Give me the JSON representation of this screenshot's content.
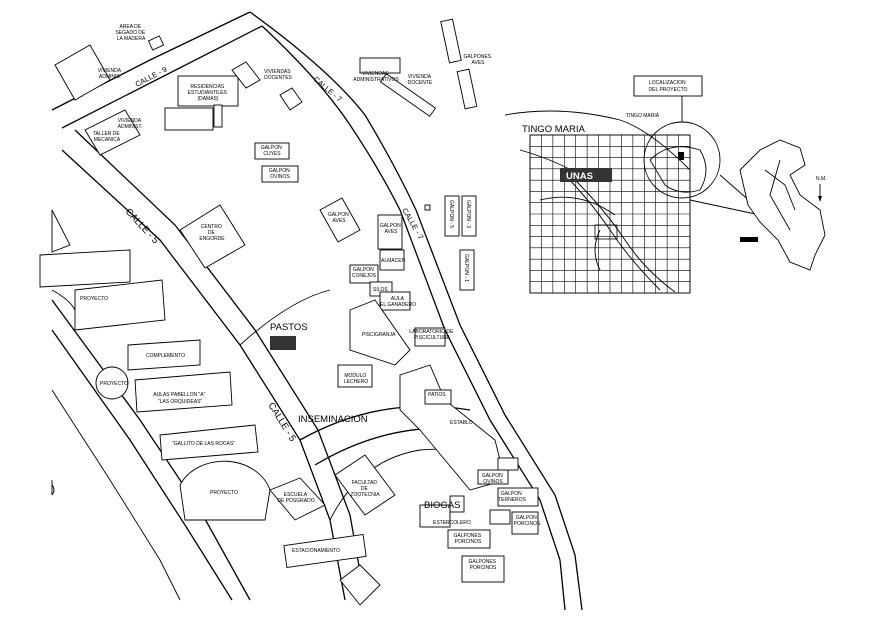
{
  "colors": {
    "ink": "#000000",
    "paper": "#ffffff",
    "hatch": "#333333"
  },
  "map": {
    "streets": {
      "calle_9": "CALLE - 9",
      "calle_7_top": "CALLE - 7",
      "calle_7_side": "CALLE - 7",
      "calle_5_upper": "CALLE - 5",
      "calle_5_lower": "CALLE - 5"
    },
    "labels": {
      "area_segado": [
        "AREA DE",
        "SEGADO DE",
        "LA MADERA"
      ],
      "vivienda_adminis": [
        "VIVIENDA",
        "ADMINIS."
      ],
      "vivienda_adminis_2": [
        "VIVIENDA",
        "ADMINIST."
      ],
      "taller": [
        "TALLER DE",
        "MECANICA"
      ],
      "residencias": [
        "RESIDENCIAS",
        "ESTUDIANTILES",
        "(DAMAS)"
      ],
      "viviendas_docentes": [
        "VIVIENDAS",
        "DOCENTES"
      ],
      "viviendas_admin": [
        "VIVIENDAS",
        "ADMINISTRATIVOS"
      ],
      "vivienda_docente": [
        "VIVIENDA",
        "DOCENTE"
      ],
      "galpones_aves": [
        "GALPONES",
        "AVES"
      ],
      "galpon_cuyes": [
        "GALPON",
        "CUYES"
      ],
      "galpon_ovinos": [
        "GALPON",
        "OVINOS"
      ],
      "centro_engorde": [
        "CENTRO",
        "DE",
        "ENGORDE"
      ],
      "galpon_aves": [
        "GALPON",
        "AVES"
      ],
      "galpon_aves_2": [
        "GALPON",
        "AVES"
      ],
      "galpon_5": "GALPON - 5",
      "galpon_3": "GALPON - 3",
      "galpon_1": "GALPON - 1",
      "almacen": "ALMACEN",
      "galpon_conejos": [
        "GALPON",
        "CONEJOS"
      ],
      "silos": "SILOS",
      "aula_ganadero": [
        "AULA",
        "EL GANADERO"
      ],
      "proyecto_1": "PROYECTO",
      "pastos": "PASTOS",
      "piscigranja": "PISCIGRANJA",
      "laboratorio": [
        "LABORATORIO DE",
        "PISCICULTURA"
      ],
      "complemento": "COMPLEMENTO",
      "proyecto_2": "PROYECTO",
      "aulas": [
        "AULAS PABELLON \"A\"",
        "\"LAS ORQUIDEAS\""
      ],
      "modulo_lechero": [
        "MODULO",
        "LECHERO"
      ],
      "patios": "PATIOS",
      "inseminacion": "INSEMINACION",
      "establo": "ESTABLO",
      "gallito": "\"GALLITO DE LAS ROCAS\"",
      "facultad": [
        "FACULTAD",
        "DE",
        "ZOOTECNIA"
      ],
      "proyecto_3": "PROYECTO",
      "escuela_posgrado": [
        "ESCUELA",
        "DE POSGRADO"
      ],
      "galpon_ovinos_2": [
        "GALPON",
        "OVINOS"
      ],
      "galpon_terneros": [
        "GALPON",
        "TERNEROS"
      ],
      "biogas": "BIOGAS",
      "estercolero": "ESTERCOLERO",
      "galpon_porcinos": [
        "GALPON",
        "PORCINOS"
      ],
      "galpones_porcinos": [
        "GALPONES",
        "PORCINOS"
      ],
      "galpones_porcinos_2": [
        "GALPONES",
        "PORCINOS"
      ],
      "estacionamiento": "ESTACIONAMIENTO"
    }
  },
  "inset": {
    "city": "TINGO MARIA",
    "unas": "UNAS",
    "tag": "TINGO MARIA",
    "localizacion": [
      "LOCALIZACION",
      "DEL PROYECTO"
    ],
    "north": "N.M."
  }
}
